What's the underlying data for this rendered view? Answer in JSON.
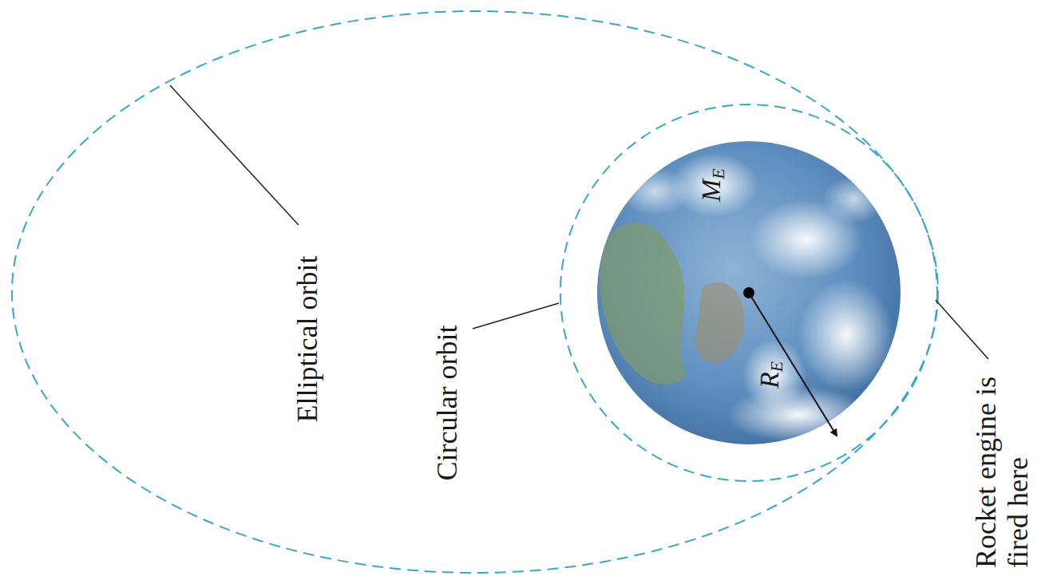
{
  "diagram": {
    "labels": [
      "Elliptical orbit",
      "Circular orbit",
      "Rocket engine is fired here",
      "ME",
      "RE"
    ]
  }
}
